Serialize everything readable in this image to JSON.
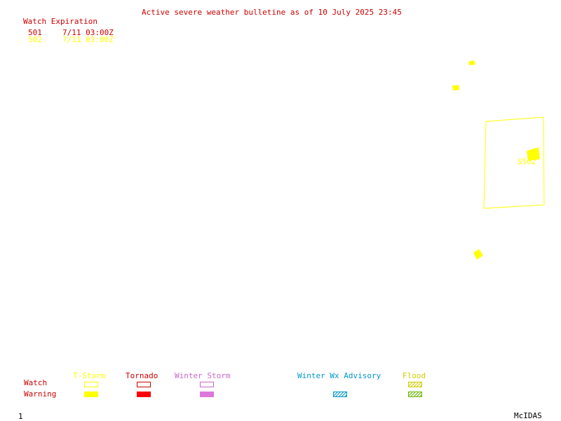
{
  "bulletin": {
    "title": "Active severe weather bulletine as of 10 July 2025 23:45",
    "title_color": "#cc0000"
  },
  "watch_list": {
    "header": "Watch Expiration",
    "header_color": "#cc0000",
    "rows": [
      {
        "id": "501",
        "expiration": "7/11 03:00Z",
        "color": "#cc0000"
      },
      {
        "id": "502",
        "expiration": "7/11 03:00Z",
        "color": "#ffff00"
      }
    ]
  },
  "map_labels": {
    "watch_box_label": "S502",
    "label_color": "#ffff00"
  },
  "legend": {
    "row_labels": {
      "watch": "Watch",
      "warning": "Warning",
      "color": "#cc0000"
    },
    "categories": [
      {
        "name": "T-Storm",
        "color": "#ffff00"
      },
      {
        "name": "Tornado",
        "color": "#cc0000"
      },
      {
        "name": "Winter Storm",
        "color": "#cc66cc"
      },
      {
        "name": "Winter Wx Advisory",
        "color": "#0099cc"
      },
      {
        "name": "Flood",
        "color": "#cccc00"
      }
    ]
  },
  "footer": {
    "frame_number": "1",
    "product": "McIDAS"
  }
}
